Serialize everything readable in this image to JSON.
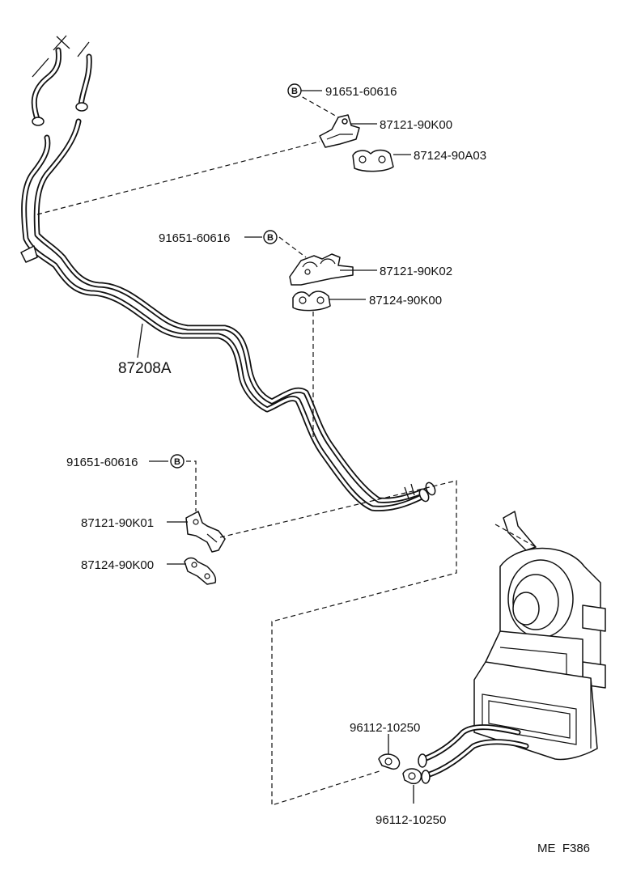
{
  "parts": {
    "bolt_top": "91651-60616",
    "bracket_top": "87121-90K00",
    "clamp_top": "87124-90A03",
    "bolt_mid": "91651-60616",
    "bracket_mid": "87121-90K02",
    "clamp_mid": "87124-90K00",
    "pipe": "87208A",
    "bolt_low": "91651-60616",
    "bracket_low": "87121-90K01",
    "clamp_low": "87124-90K00",
    "hose_clip_a": "96112-10250",
    "hose_clip_b": "96112-10250"
  },
  "markers": {
    "b": "B"
  },
  "footer": {
    "code": "ME  F386"
  }
}
